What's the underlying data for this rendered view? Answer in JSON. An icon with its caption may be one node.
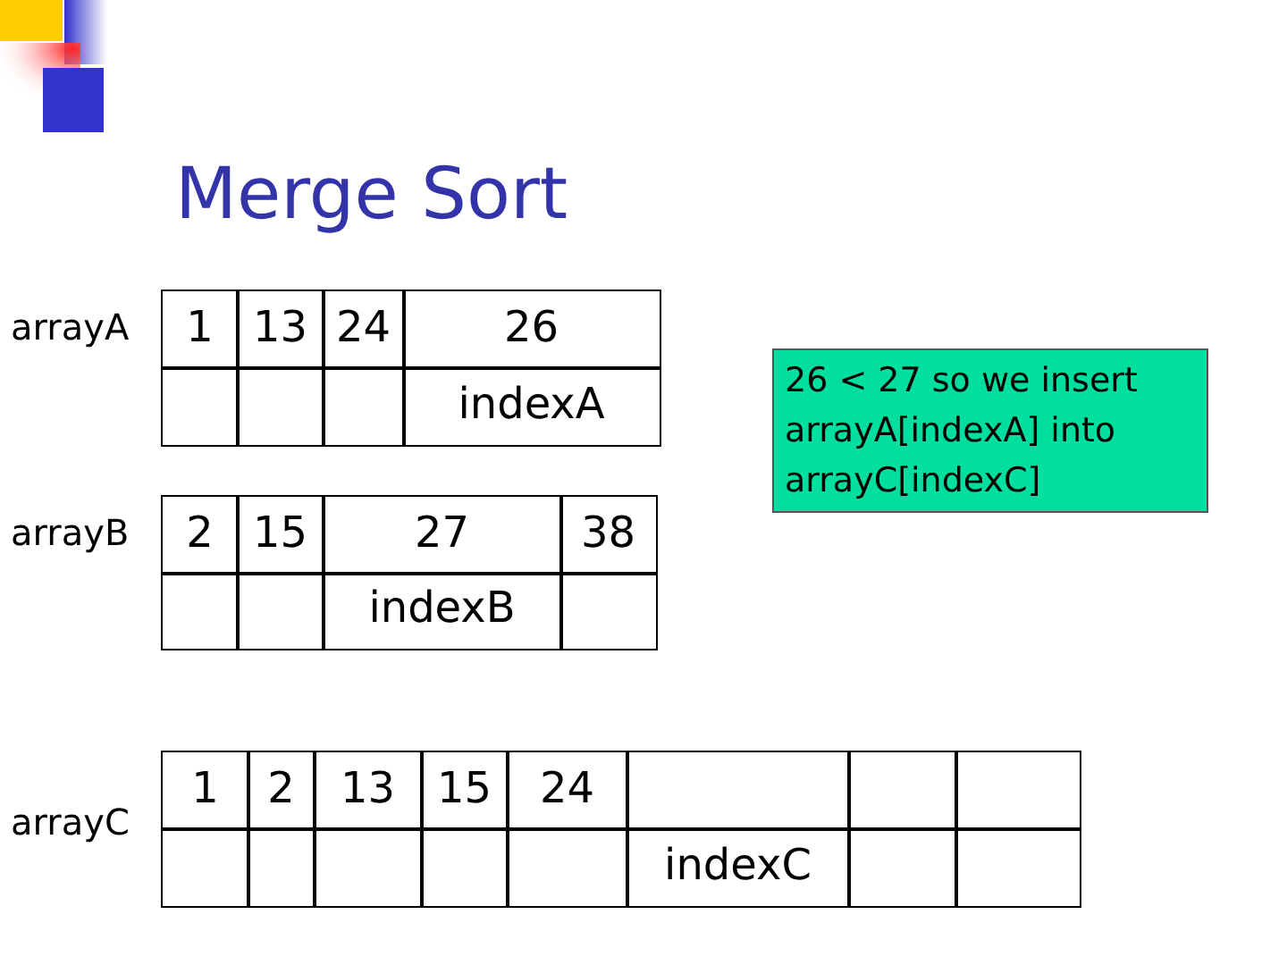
{
  "diagram": {
    "title": "Merge Sort",
    "nodes": [
      {
        "text": [
          "26 < 27 so we insert arrayA[indexA] into arrayC[indexC]"
        ]
      }
    ],
    "labels": [
      "arrayA",
      "1",
      "13",
      "24",
      "26",
      "indexA",
      "arrayB",
      "2",
      "15",
      "27",
      "38",
      "indexB",
      "arrayC",
      "1",
      "2",
      "13",
      "15",
      "24",
      "indexC"
    ]
  }
}
